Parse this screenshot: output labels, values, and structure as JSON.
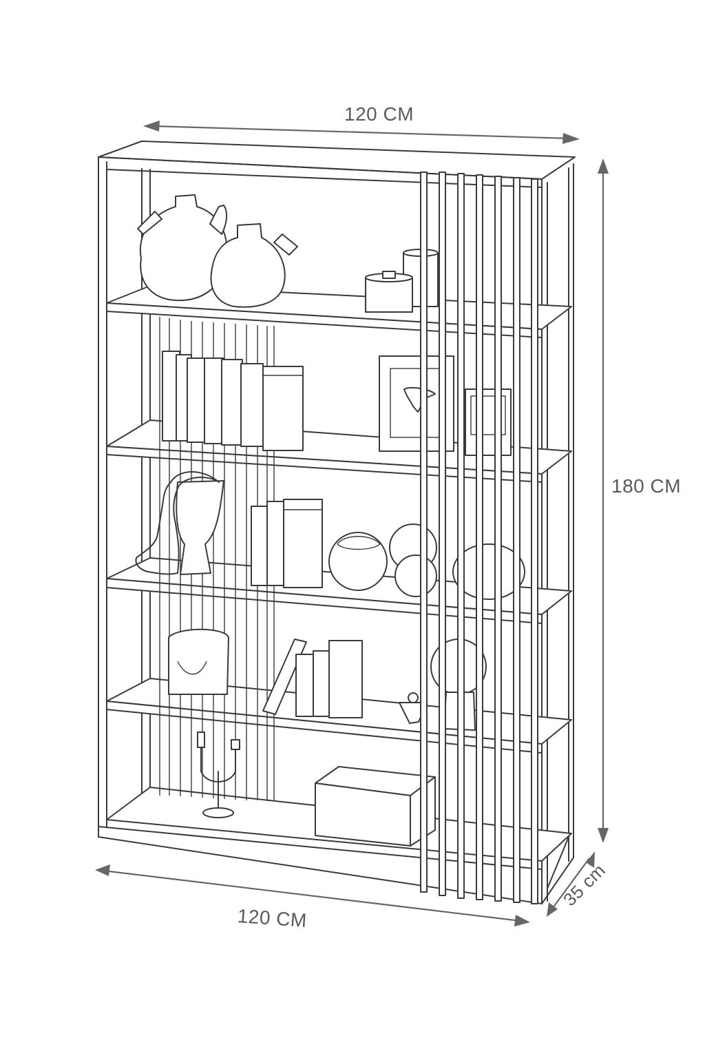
{
  "dimensions": {
    "width_top": "120 CM",
    "height": "180 CM",
    "width_bottom": "120 CM",
    "depth": "35 cm"
  },
  "colors": {
    "line": "#3a3a3a",
    "dimension": "#5a5a5a",
    "background": "#ffffff"
  },
  "shelf_levels": 5
}
